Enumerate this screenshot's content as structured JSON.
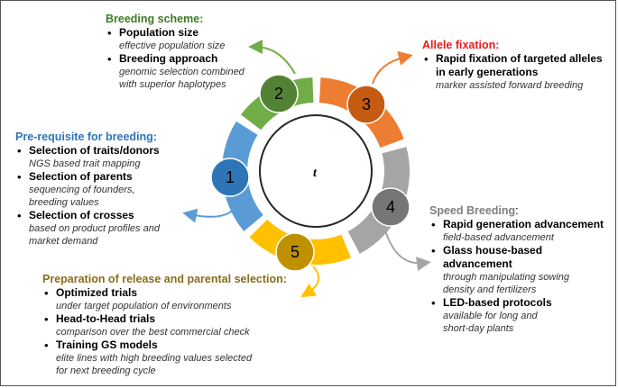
{
  "center_label": "t",
  "stages": [
    {
      "number": "1",
      "color": "#5b9bd5",
      "circle": "#2e75b6"
    },
    {
      "number": "2",
      "color": "#70ad47",
      "circle": "#548235"
    },
    {
      "number": "3",
      "color": "#ed7d31",
      "circle": "#c55a11"
    },
    {
      "number": "4",
      "color": "#a5a5a5",
      "circle": "#767676"
    },
    {
      "number": "5",
      "color": "#ffc000",
      "circle": "#bf9000"
    }
  ],
  "breeding_scheme": {
    "title": "Breeding scheme:",
    "title_color": "#3a7d22",
    "items": [
      {
        "label": "Population size",
        "detail": "effective population size"
      },
      {
        "label": "Breeding approach",
        "detail": "genomic selection combined\nwith superior haplotypes"
      }
    ]
  },
  "allele_fixation": {
    "title": "Allele fixation:",
    "title_color": "#e81c1c",
    "items": [
      {
        "label": "Rapid fixation of targeted alleles in early generations",
        "detail": "marker assisted forward breeding"
      }
    ]
  },
  "prerequisite": {
    "title": "Pre-requisite for breeding:",
    "title_color": "#2e75b6",
    "items": [
      {
        "label": "Selection of traits/donors",
        "detail": "NGS based trait mapping"
      },
      {
        "label": "Selection of parents",
        "detail": "sequencing of founders,\nbreeding values"
      },
      {
        "label": "Selection of crosses",
        "detail": "based on product profiles and\nmarket demand"
      }
    ]
  },
  "speed_breeding": {
    "title": "Speed Breeding",
    "title_suffix": ":",
    "title_color": "#7f7f7f",
    "items": [
      {
        "label": "Rapid generation advancement",
        "detail": "field-based advancement"
      },
      {
        "label": "Glass house-based advancement",
        "detail": "through manipulating sowing\ndensity and fertilizers"
      },
      {
        "label": "LED-based protocols",
        "detail": "available for long and\nshort-day plants"
      }
    ]
  },
  "release": {
    "title": "Preparation of release and parental selection:",
    "title_color": "#8a6d1a",
    "items": [
      {
        "label": "Optimized trials",
        "detail": "under target population of environments"
      },
      {
        "label": "Head-to-Head trials",
        "detail": "comparison over the best commercial check"
      },
      {
        "label": "Training GS models",
        "detail": "elite lines with high breeding values selected\nfor next breeding cycle"
      }
    ]
  }
}
